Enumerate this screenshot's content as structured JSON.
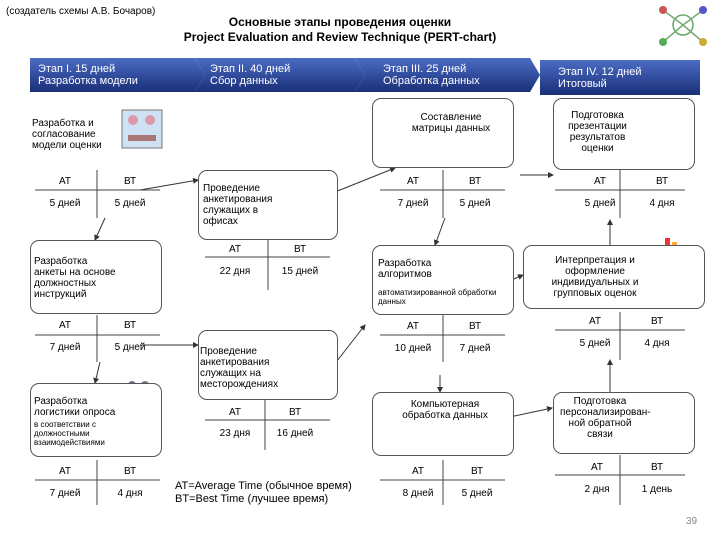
{
  "author_note": "(создатель схемы А.В. Бочаров)",
  "title_line1": "Основные этапы проведения оценки",
  "title_line2": "Project Evaluation and Review Technique (PERT-chart)",
  "stages": [
    {
      "line1": "Этап I. 15 дней",
      "line2": "Разработка модели"
    },
    {
      "line1": "Этап II. 40 дней",
      "line2": "Сбор данных"
    },
    {
      "line1": "Этап III. 25 дней",
      "line2": "Обработка данных"
    },
    {
      "line1": "Этап IV. 12 дней",
      "line2": "Итоговый"
    }
  ],
  "col_at": "АТ",
  "col_bt": "ВТ",
  "tasks": {
    "t1": {
      "label": "Разработка и согласование модели оценки",
      "at": "5 дней",
      "bt": "5 дней"
    },
    "t2": {
      "label": "Разработка анкеты на основе должностных инструкций",
      "at": "7 дней",
      "bt": "5 дней"
    },
    "t3": {
      "label": "Разработка логистики опроса",
      "sub": "в соответствии с должностными взаимодействиями",
      "at": "7 дней",
      "bt": "4 дня"
    },
    "t4": {
      "label": "Проведение анкетирования служащих в офисах",
      "at": "22 дня",
      "bt": "15 дней"
    },
    "t5": {
      "label": "Проведение анкетирования служащих на месторождениях",
      "at": "23 дня",
      "bt": "16 дней"
    },
    "t6": {
      "label": "Составление матрицы данных",
      "at": "7 дней",
      "bt": "5 дней"
    },
    "t7": {
      "label": "Разработка алгоритмов",
      "sub": "автоматизированной обработки данных",
      "at": "10 дней",
      "bt": "7 дней"
    },
    "t8": {
      "label": "Компьютерная обработка данных",
      "at": "8 дней",
      "bt": "5 дней"
    },
    "t9": {
      "label": "Подготовка презентации результатов оценки",
      "at": "5 дней",
      "bt": "4 дня"
    },
    "t10": {
      "label": "Интерпретация и оформление индивидуальных и групповых оценок",
      "at": "5 дней",
      "bt": "4 дня"
    },
    "t11": {
      "label": "Подготовка персонализирован-ной обратной связи",
      "at": "2 дня",
      "bt": "1 день"
    }
  },
  "legend": {
    "line1": "AT=Average Time (обычное время)",
    "line2": "BT=Best Time (лучшее время)"
  },
  "page_number": "39",
  "colors": {
    "stage_fill": "#1f3a8a",
    "stage_fill_light": "#3a5bb5",
    "line": "#333333"
  }
}
